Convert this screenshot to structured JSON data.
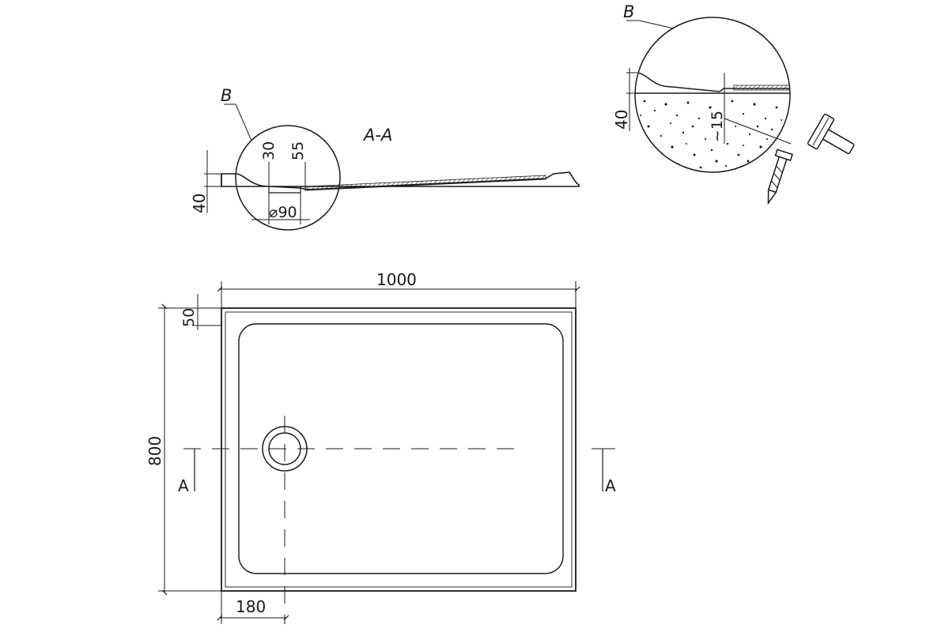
{
  "section": {
    "title": "A-A",
    "detail_label": "B",
    "dim_30": "30",
    "dim_55": "55",
    "dim_40": "40",
    "dim_drain": "⌀90"
  },
  "detail": {
    "label": "B",
    "dim_40": "40",
    "dim_15": "~15"
  },
  "plan": {
    "width": "1000",
    "depth": "800",
    "rim": "50",
    "drain_offset": "180",
    "section_left": "A",
    "section_right": "A"
  },
  "icons": [
    "hammer-icon",
    "wall-plug-icon"
  ]
}
